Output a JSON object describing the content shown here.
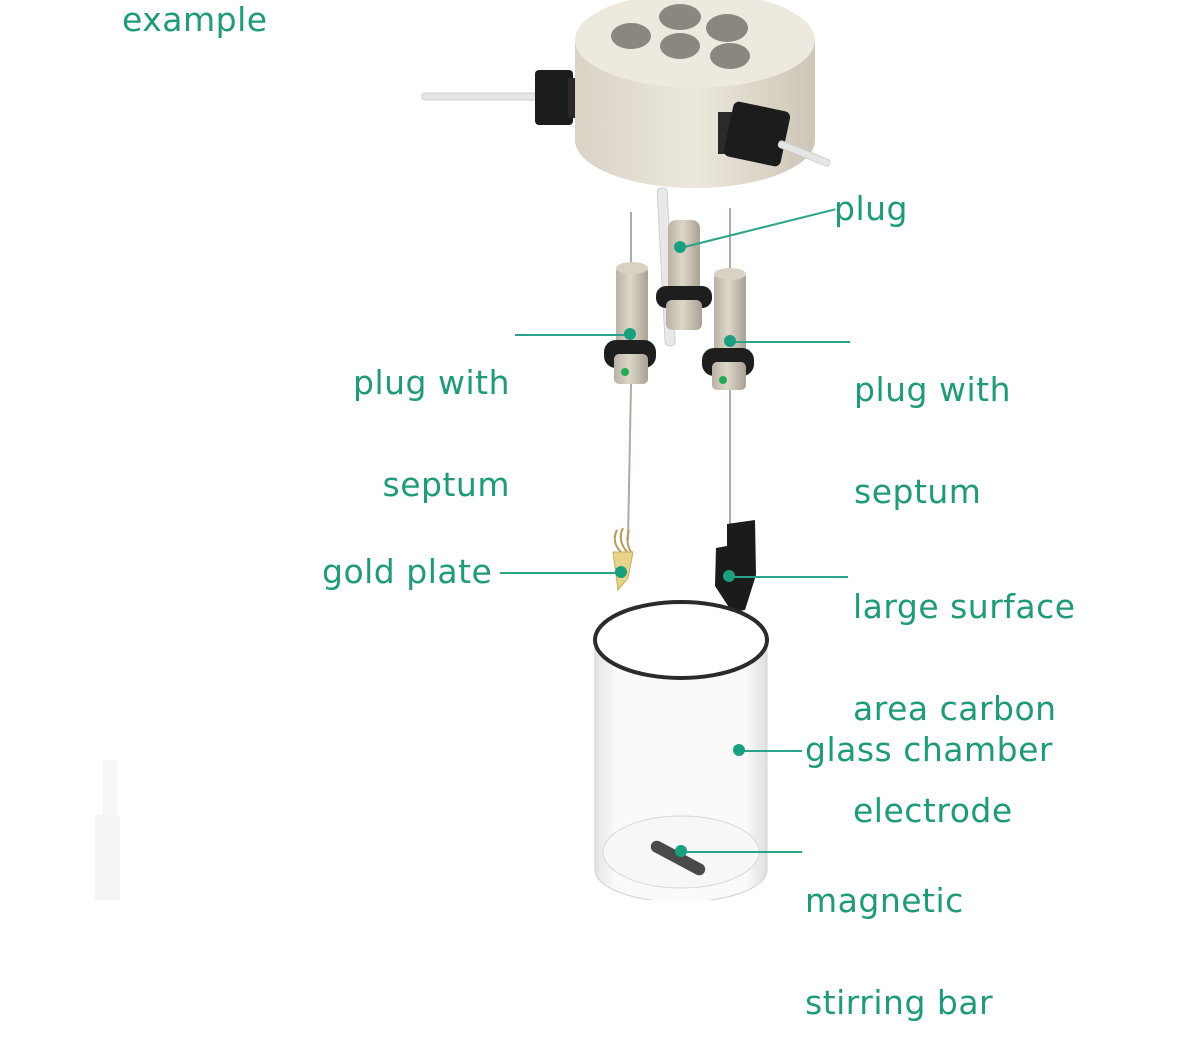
{
  "diagram": {
    "title_fragment": "example",
    "accent_color": "#1f9a7a",
    "labels": [
      {
        "id": "plug",
        "text": "plug"
      },
      {
        "id": "plug-septum-left",
        "line1": "plug with",
        "line2": "septum"
      },
      {
        "id": "plug-septum-right",
        "line1": "plug with",
        "line2": "septum"
      },
      {
        "id": "gold-plate",
        "text": "gold plate"
      },
      {
        "id": "carbon-electrode",
        "line1": "large surface",
        "line2": "area carbon",
        "line3": "electrode"
      },
      {
        "id": "glass-chamber",
        "text": "glass chamber"
      },
      {
        "id": "stirring-bar",
        "line1": "magnetic",
        "line2": "stirring bar"
      }
    ]
  }
}
